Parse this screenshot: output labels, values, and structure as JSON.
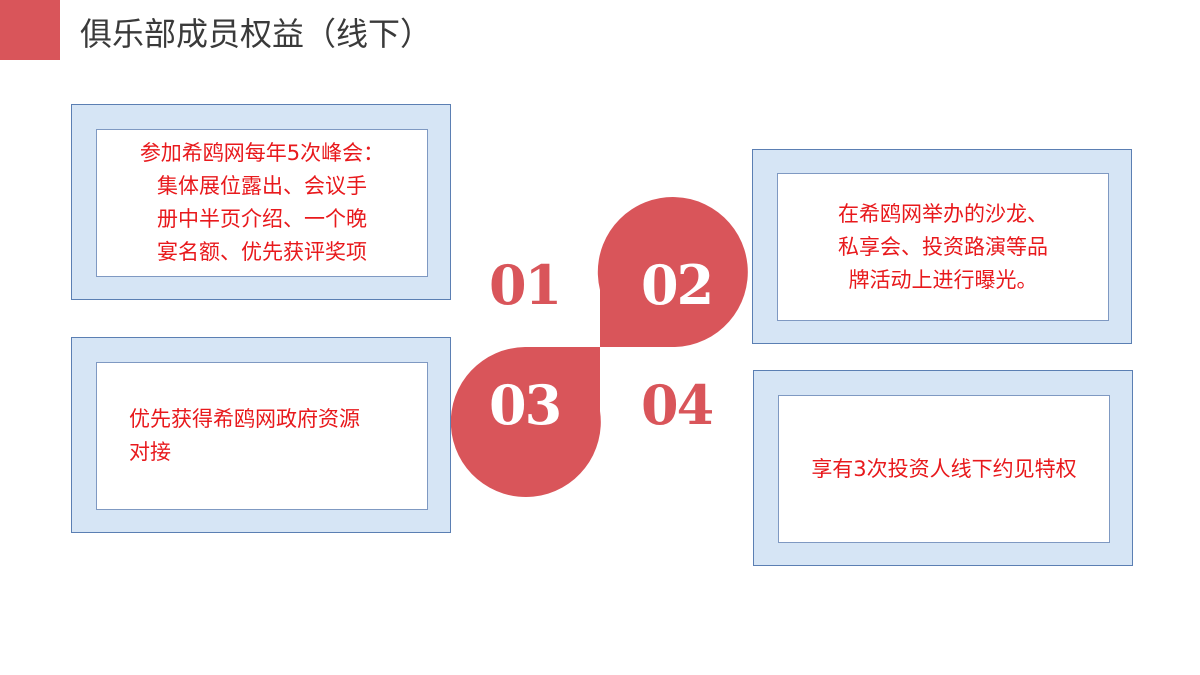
{
  "slide": {
    "title": "俱乐部成员权益（线下）",
    "accent_color": "#d9555a"
  },
  "benefits": [
    {
      "number": "01",
      "lines": [
        "参加希鸥网每年5次峰会：",
        "集体展位露出、会议手",
        "册中半页介绍、一个晚",
        "宴名额、优先获评奖项"
      ]
    },
    {
      "number": "02",
      "lines": [
        "在希鸥网举办的沙龙、",
        "私享会、投资路演等品",
        "牌活动上进行曝光。"
      ]
    },
    {
      "number": "03",
      "lines": [
        "优先获得希鸥网政府资源",
        "对接"
      ]
    },
    {
      "number": "04",
      "lines": [
        "享有3次投资人线下约见特权"
      ]
    }
  ]
}
